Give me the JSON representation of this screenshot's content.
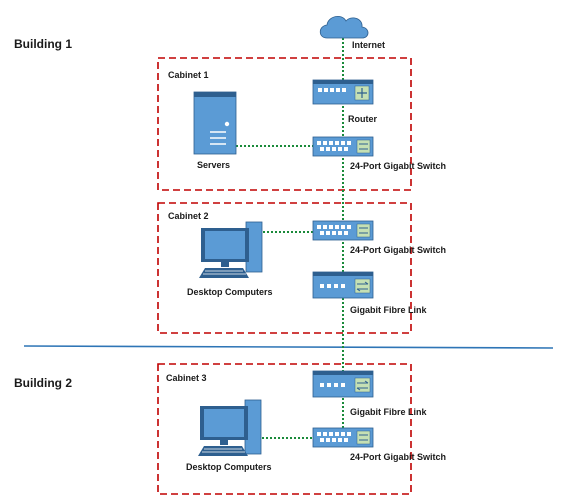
{
  "buildings": [
    {
      "label": "Building 1"
    },
    {
      "label": "Building 2"
    }
  ],
  "cabinets": [
    {
      "label": "Cabinet 1"
    },
    {
      "label": "Cabinet 2"
    },
    {
      "label": "Cabinet 3"
    }
  ],
  "devices": {
    "internet": "Internet",
    "router": "Router",
    "switch_1": "24-Port Gigabit Switch",
    "servers": "Servers",
    "switch_2": "24-Port Gigabit Switch",
    "desktops_1": "Desktop Computers",
    "fibre_1": "Gigabit Fibre Link",
    "fibre_2": "Gigabit Fibre Link",
    "desktops_2": "Desktop Computers",
    "switch_3": "24-Port Gigabit Switch"
  },
  "colors": {
    "cabinet_border": "#c00000",
    "link_line": "#1a8a3a",
    "building_divider": "#2e75b6",
    "device_fill": "#5b9bd5",
    "device_dark": "#2e5f8f",
    "port_fill": "#ffffff",
    "fibre_module": "#c5e0b4"
  }
}
